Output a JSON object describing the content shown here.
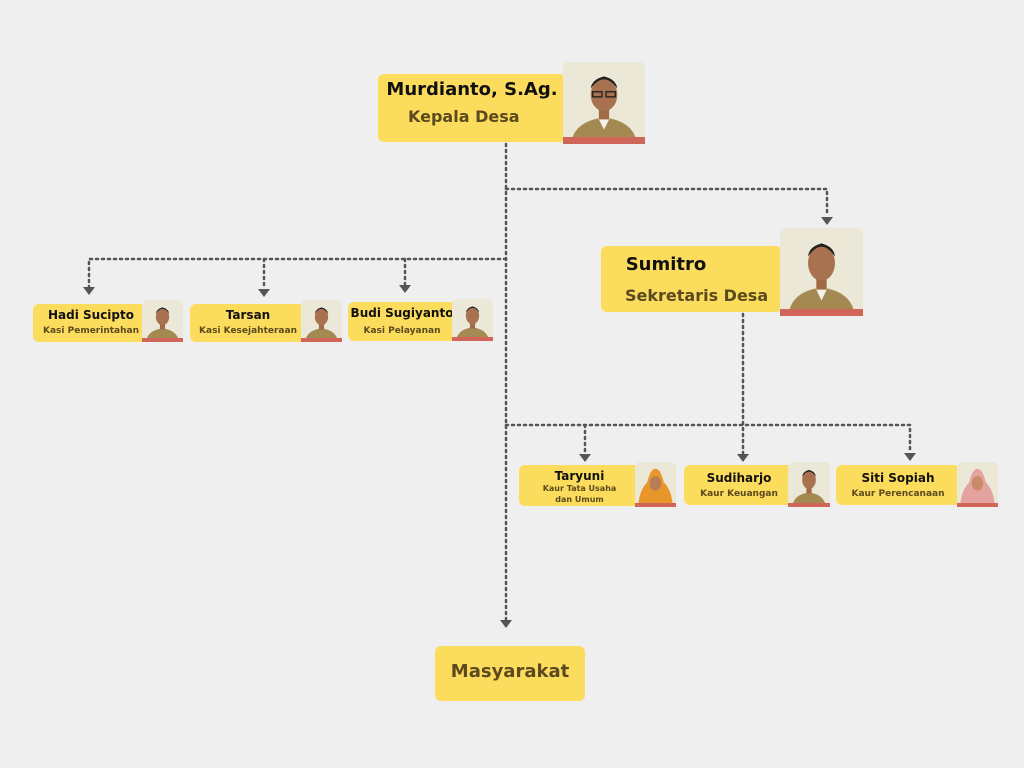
{
  "colors": {
    "card": "#fcdc5c",
    "photo_bar": "#d0665a",
    "connector": "#555555",
    "background": "#efefef"
  },
  "head": {
    "name": "Murdianto, S.Ag.",
    "role": "Kepala Desa"
  },
  "secretary": {
    "name": "Sumitro",
    "role": "Sekretaris Desa"
  },
  "sections": [
    {
      "name": "Hadi Sucipto",
      "role": "Kasi Pemerintahan"
    },
    {
      "name": "Tarsan",
      "role": "Kasi  Kesejahteraan"
    },
    {
      "name": "Budi Sugiyanto",
      "role": "Kasi Pelayanan"
    }
  ],
  "affairs": [
    {
      "name": "Taryuni",
      "role_line1": "Kaur Tata Usaha",
      "role_line2": "dan Umum"
    },
    {
      "name": "Sudiharjo",
      "role": "Kaur Keuangan"
    },
    {
      "name": "Siti Sopiah",
      "role": "Kaur Perencanaan"
    }
  ],
  "community": {
    "label": "Masyarakat"
  },
  "photos": {
    "head": "man-in-uniform-glasses-photo",
    "secretary": "man-in-uniform-photo",
    "sections": [
      "man-in-uniform-photo",
      "man-in-uniform-photo",
      "man-in-uniform-photo"
    ],
    "affairs": [
      "woman-in-orange-hijab-photo",
      "man-in-uniform-photo",
      "woman-in-pink-hijab-photo"
    ]
  }
}
